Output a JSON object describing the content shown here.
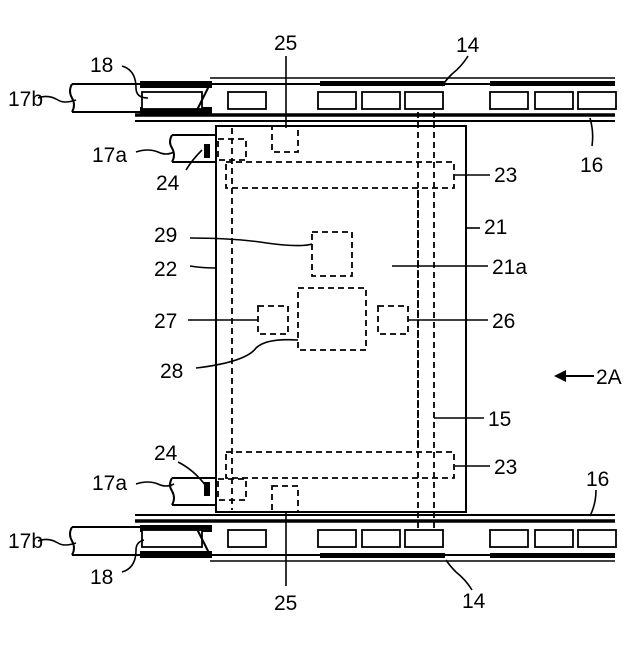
{
  "figure": {
    "labels": {
      "top_belt": "14",
      "bottom_belt": "14",
      "rail_top": "16",
      "rail_bottom": "16",
      "chain_top": "17b",
      "chain_bottom": "17b",
      "bracket_top": "17a",
      "bracket_bottom": "17a",
      "roller_top": "18",
      "roller_bottom": "18",
      "plate": "21",
      "plate_inner": "21a",
      "side_frame": "22",
      "crossbar_top": "23",
      "crossbar_bottom": "23",
      "connector_top": "24",
      "connector_bottom": "24",
      "sensor_top": "25",
      "sensor_bottom": "25",
      "unit_right": "26",
      "unit_left": "27",
      "unit_center": "28",
      "unit_upper": "29",
      "vertical_bar": "15",
      "view_arrow": "2A"
    }
  }
}
